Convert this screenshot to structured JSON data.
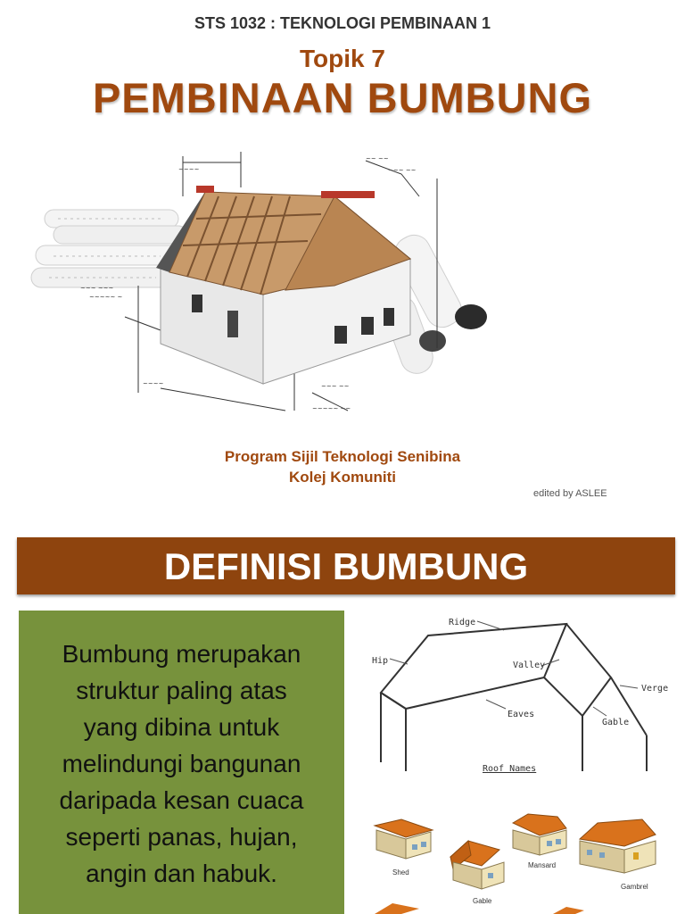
{
  "slide1": {
    "course": "STS 1032 : TEKNOLOGI PEMBINAAN 1",
    "topic": "Topik 7",
    "title": "PEMBINAAN BUMBUNG",
    "program_line1": "Program Sijil Teknologi Senibina",
    "program_line2": "Kolej Komuniti",
    "edited_by": "edited by ASLEE"
  },
  "slide2": {
    "title": "DEFINISI BUMBUNG",
    "definition_lines": [
      "Bumbung merupakan",
      "struktur paling atas",
      "yang dibina untuk",
      "melindungi bangunan",
      "daripada kesan cuaca",
      "seperti panas, hujan,",
      "angin dan habuk."
    ],
    "diagram_labels": {
      "ridge": "Ridge",
      "hip": "Hip",
      "valley": "Valley",
      "verge": "Verge",
      "eaves": "Eaves",
      "gable": "Gable",
      "caption": "Roof Names"
    },
    "roof_types": {
      "shed": "Shed",
      "gable": "Gable",
      "mansard": "Mansard",
      "gambrel": "Gambrel"
    }
  },
  "colors": {
    "accent_brown": "#a0490f",
    "banner_brown": "#8e440e",
    "box_green": "#77923c",
    "roof_orange": "#d9721c"
  }
}
